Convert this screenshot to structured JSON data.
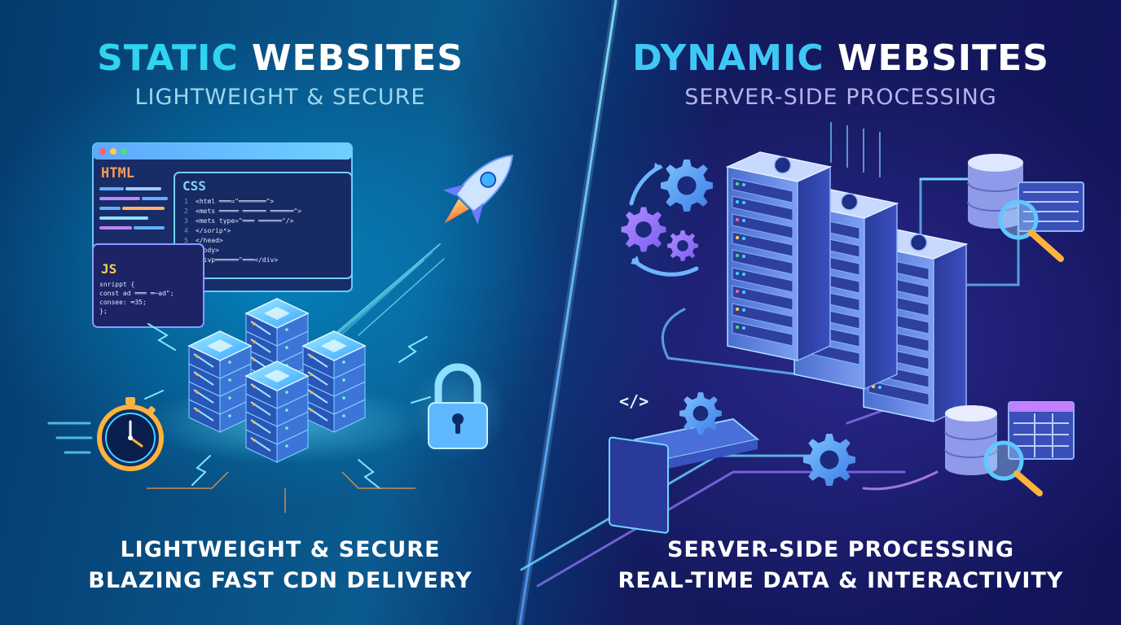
{
  "left": {
    "title_accent": "STATIC",
    "title_rest": " WEBSITES",
    "subtitle": "LIGHTWEIGHT & SECURE",
    "footer_line1": "LIGHTWEIGHT & SECURE",
    "footer_line2": "BLAZING FAST CDN DELIVERY",
    "html_window": {
      "label": "HTML"
    },
    "css_window": {
      "label": "CSS",
      "lines": [
        {
          "num": "1",
          "text": "<html ═══=\"═══════\">"
        },
        {
          "num": "2",
          "text": "  <mets ═════ ══════ ══════\">"
        },
        {
          "num": "3",
          "text": "  <mets type=\"═══  ══════\"/>"
        },
        {
          "num": "4",
          "text": "  </sorip⁴>"
        },
        {
          "num": "5",
          "text": "</head>"
        },
        {
          "num": "6",
          "text": "<body>"
        },
        {
          "num": "7",
          "text": "  <divp══════\"═══</div>"
        }
      ]
    },
    "js_window": {
      "label": "JS",
      "lines": [
        "snrippt {",
        "  const  ad ═══ ═─ad\";",
        "  consee: ═35;",
        "};"
      ]
    }
  },
  "right": {
    "title_accent": "DYNAMIC",
    "title_rest": " WEBSITES",
    "subtitle": "SERVER-SIDE PROCESSING",
    "footer_line1": "SERVER-SIDE PROCESSING",
    "footer_line2": "REAL-TIME DATA & INTERACTIVITY",
    "code_panel_glyph": "</>"
  },
  "colors": {
    "cyan": "#2fd4f0",
    "violet": "#8a6cf0",
    "orange": "#ff9b3a",
    "white": "#ffffff"
  },
  "icons": [
    "rocket-icon",
    "stopwatch-icon",
    "padlock-icon",
    "server-stack-icon",
    "gear-icon",
    "database-icon",
    "magnifier-icon",
    "code-panel-icon",
    "server-rack-icon"
  ]
}
